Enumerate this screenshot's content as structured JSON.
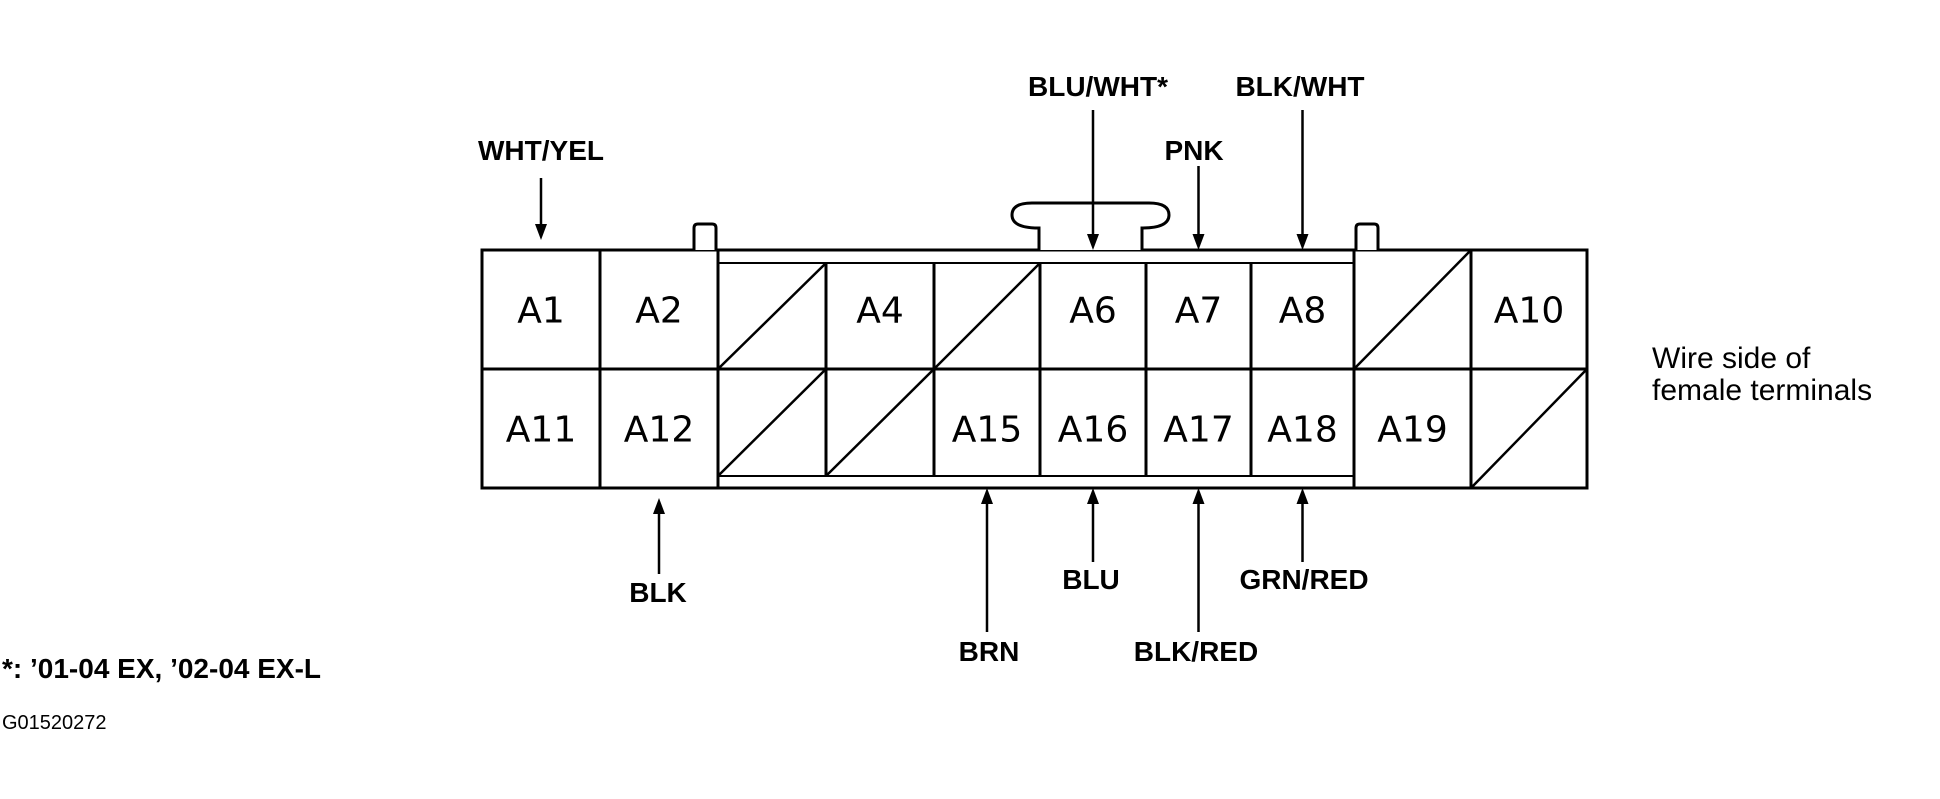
{
  "connector": {
    "top_row": [
      {
        "pin": "A1",
        "blank": false
      },
      {
        "pin": "A2",
        "blank": false
      },
      {
        "pin": "",
        "blank": true
      },
      {
        "pin": "A4",
        "blank": false
      },
      {
        "pin": "",
        "blank": true
      },
      {
        "pin": "A6",
        "blank": false
      },
      {
        "pin": "A7",
        "blank": false
      },
      {
        "pin": "A8",
        "blank": false
      },
      {
        "pin": "",
        "blank": true
      },
      {
        "pin": "A10",
        "blank": false
      }
    ],
    "bottom_row": [
      {
        "pin": "A11",
        "blank": false
      },
      {
        "pin": "A12",
        "blank": false
      },
      {
        "pin": "",
        "blank": true
      },
      {
        "pin": "",
        "blank": true
      },
      {
        "pin": "A15",
        "blank": false
      },
      {
        "pin": "A16",
        "blank": false
      },
      {
        "pin": "A17",
        "blank": false
      },
      {
        "pin": "A18",
        "blank": false
      },
      {
        "pin": "A19",
        "blank": false
      },
      {
        "pin": "",
        "blank": true
      }
    ]
  },
  "wires": [
    {
      "pin": "A1",
      "color": "WHT/YEL",
      "side": "top"
    },
    {
      "pin": "A6",
      "color": "BLU/WHT*",
      "side": "top"
    },
    {
      "pin": "A7",
      "color": "PNK",
      "side": "top"
    },
    {
      "pin": "A8",
      "color": "BLK/WHT",
      "side": "top"
    },
    {
      "pin": "A12",
      "color": "BLK",
      "side": "bottom"
    },
    {
      "pin": "A15",
      "color": "BRN",
      "side": "bottom"
    },
    {
      "pin": "A16",
      "color": "BLU",
      "side": "bottom"
    },
    {
      "pin": "A17",
      "color": "BLK/RED",
      "side": "bottom"
    },
    {
      "pin": "A18",
      "color": "GRN/RED",
      "side": "bottom"
    }
  ],
  "side_note": {
    "line1": "Wire side of",
    "line2": "female terminals"
  },
  "footnote": "*: ’01-04 EX, ’02-04 EX-L",
  "figure_id": "G01520272",
  "colors": {
    "line": "#000000",
    "background": "#ffffff"
  }
}
